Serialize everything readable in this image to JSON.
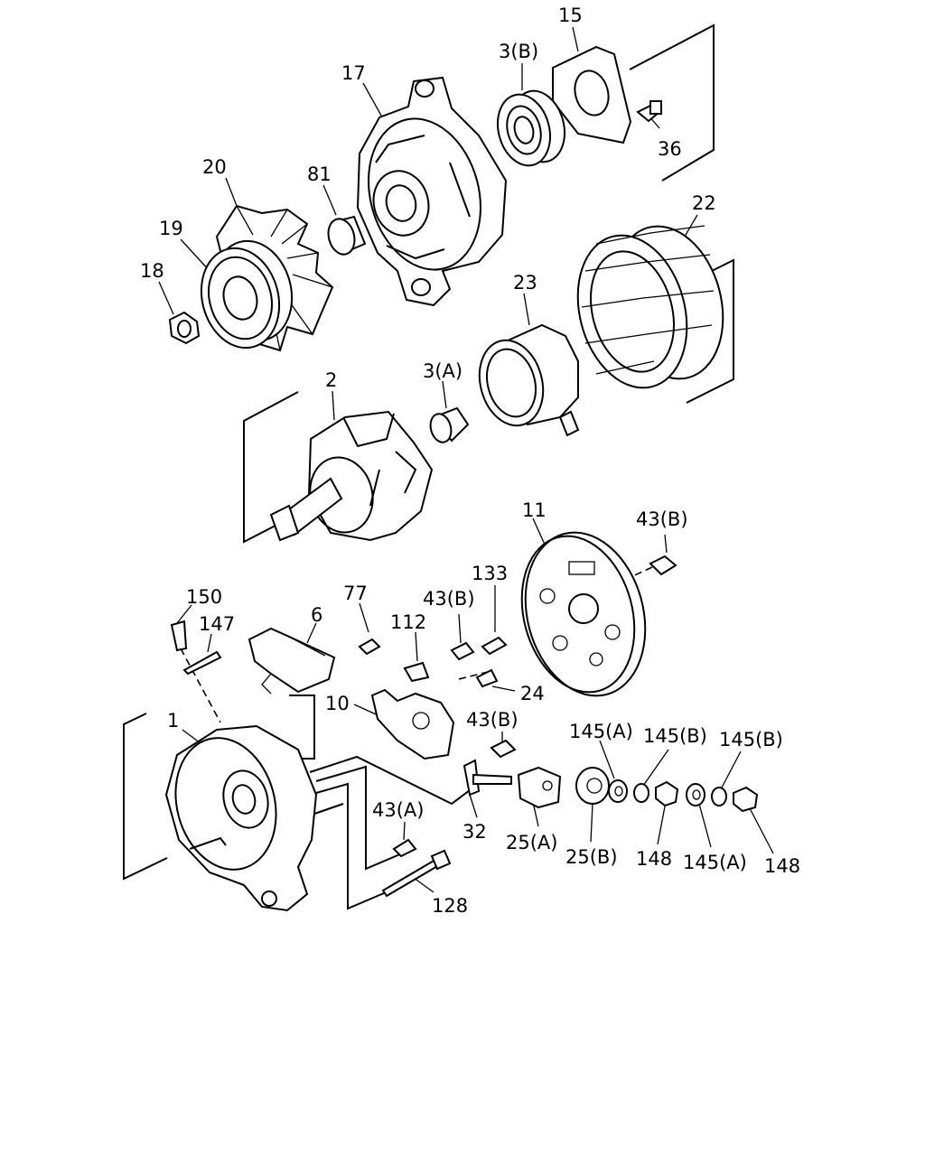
{
  "labels": {
    "l15": "15",
    "l3b": "3(B)",
    "l17": "17",
    "l36": "36",
    "l20": "20",
    "l81": "81",
    "l19": "19",
    "l18": "18",
    "l22": "22",
    "l23": "23",
    "l2": "2",
    "l3a": "3(A)",
    "l11": "11",
    "l43b_a": "43(B)",
    "l150": "150",
    "l77": "77",
    "l147": "147",
    "l6": "6",
    "l133": "133",
    "l43b_b": "43(B)",
    "l112": "112",
    "l24": "24",
    "l10": "10",
    "l1": "1",
    "l43b_c": "43(B)",
    "l145a_1": "145(A)",
    "l145b_1": "145(B)",
    "l145b_2": "145(B)",
    "l43a": "43(A)",
    "l32": "32",
    "l25a": "25(A)",
    "l25b": "25(B)",
    "l148_1": "148",
    "l145a_2": "145(A)",
    "l148_2": "148",
    "l128": "128"
  }
}
